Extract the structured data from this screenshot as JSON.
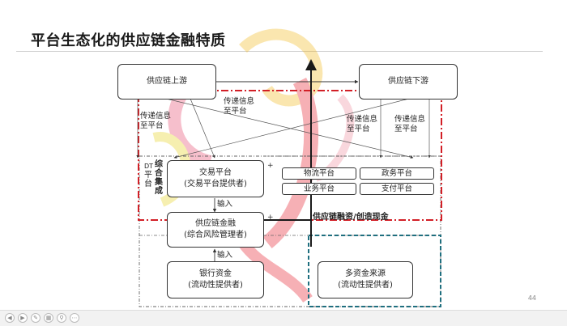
{
  "slide": {
    "title": "平台生态化的供应链金融特质",
    "page_number": "44"
  },
  "diagram": {
    "nodes": {
      "upstream": "供应链上游",
      "downstream": "供应链下游",
      "trading_platform": [
        "交易平台",
        "(交易平台提供者)"
      ],
      "scf": [
        "供应链金融",
        "(综合风险管理者)"
      ],
      "bank_funds": [
        "银行资金",
        "(流动性提供者)"
      ],
      "multi_funds": [
        "多资金来源",
        "(流动性提供者)"
      ]
    },
    "platforms": {
      "logistics": "物流平台",
      "government": "政务平台",
      "business": "业务平台",
      "payment": "支付平台"
    },
    "labels": {
      "pass_info_top": [
        "传递信息",
        "至平台"
      ],
      "pass_info_left": [
        "传递信息",
        "至平台"
      ],
      "pass_info_right_1": [
        "传递信息",
        "至平台"
      ],
      "pass_info_right_2": [
        "传递信息",
        "至平台"
      ],
      "integrated": [
        "综",
        "合",
        "集",
        "成"
      ],
      "dt_platform": [
        "DT",
        "平",
        "台"
      ],
      "input_1": "输入",
      "input_2": "输入",
      "financing": "供应链融资/创造现金",
      "plus": "+"
    }
  },
  "colors": {
    "dashdot_red": "#d21f26",
    "dash_teal": "#1f6f7f",
    "dash_gray": "#666666",
    "dark_arrow": "#1a1a1a"
  }
}
